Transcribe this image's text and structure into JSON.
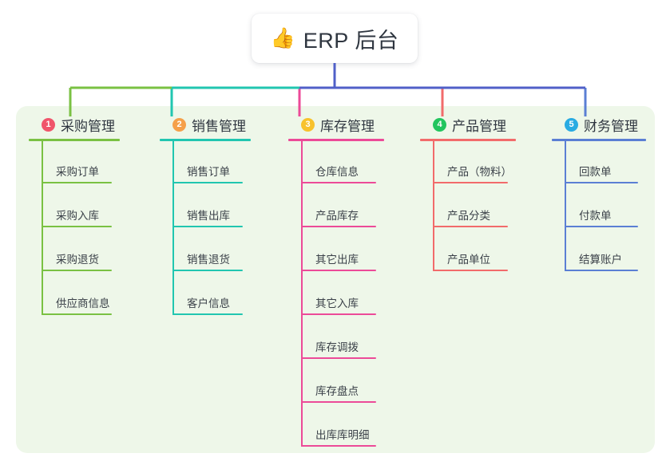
{
  "diagram": {
    "type": "org-tree",
    "root": {
      "icon": "thumbs-up-emoji",
      "emoji": "👍",
      "title": "ERP 后台"
    },
    "panel_bg": "#eef7e9",
    "page_bg": "#ffffff",
    "root_stem_color": "#5060c8",
    "branches": [
      {
        "number": "1",
        "title": "采购管理",
        "badge_color": "#f0556b",
        "line_color": "#7ac143",
        "items": [
          "采购订单",
          "采购入库",
          "采购退货",
          "供应商信息"
        ]
      },
      {
        "number": "2",
        "title": "销售管理",
        "badge_color": "#f5a04a",
        "line_color": "#21c6b0",
        "items": [
          "销售订单",
          "销售出库",
          "销售退货",
          "客户信息"
        ]
      },
      {
        "number": "3",
        "title": "库存管理",
        "badge_color": "#f8c22c",
        "line_color": "#ec4a98",
        "items": [
          "仓库信息",
          "产品库存",
          "其它出库",
          "其它入库",
          "库存调拨",
          "库存盘点",
          "出库库明细"
        ]
      },
      {
        "number": "4",
        "title": "产品管理",
        "badge_color": "#22c55e",
        "line_color": "#f26b6b",
        "items": [
          "产品（物料）",
          "产品分类",
          "产品单位"
        ]
      },
      {
        "number": "5",
        "title": "财务管理",
        "badge_color": "#29abe2",
        "line_color": "#5b7fd4",
        "items": [
          "回款单",
          "付款单",
          "结算账户"
        ]
      }
    ]
  }
}
